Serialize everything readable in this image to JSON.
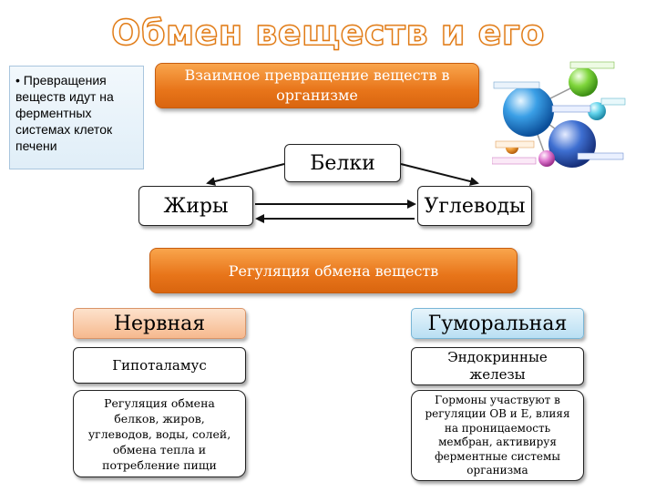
{
  "title": "Обмен веществ и его регуляция",
  "note": {
    "bullet": "•",
    "text": "Превращения веществ идут на ферментных системах клеток печени"
  },
  "header_box": "Взаимное превращение веществ в организме",
  "nodes": {
    "proteins": "Белки",
    "fats": "Жиры",
    "carbs": "Углеводы"
  },
  "regulation_box": "Регуляция обмена веществ",
  "left": {
    "type": "Нервная",
    "organ": "Гипоталамус",
    "desc": "Регуляция обмена белков, жиров, углеводов, воды, солей, обмена тепла и потребление пищи"
  },
  "right": {
    "type": "Гуморальная",
    "organ": "Эндокринные железы",
    "desc": "Гормоны участвуют в регуляции ОВ и Е, влияя на проницаемость мембран, активируя ферментные системы организма"
  },
  "colors": {
    "accent_orange": "#e8751a",
    "title_outline": "#e07a14",
    "peach": "#f6b98e",
    "light_blue": "#b9dff3"
  },
  "icons": [
    "molecule-spheres-illustration"
  ]
}
